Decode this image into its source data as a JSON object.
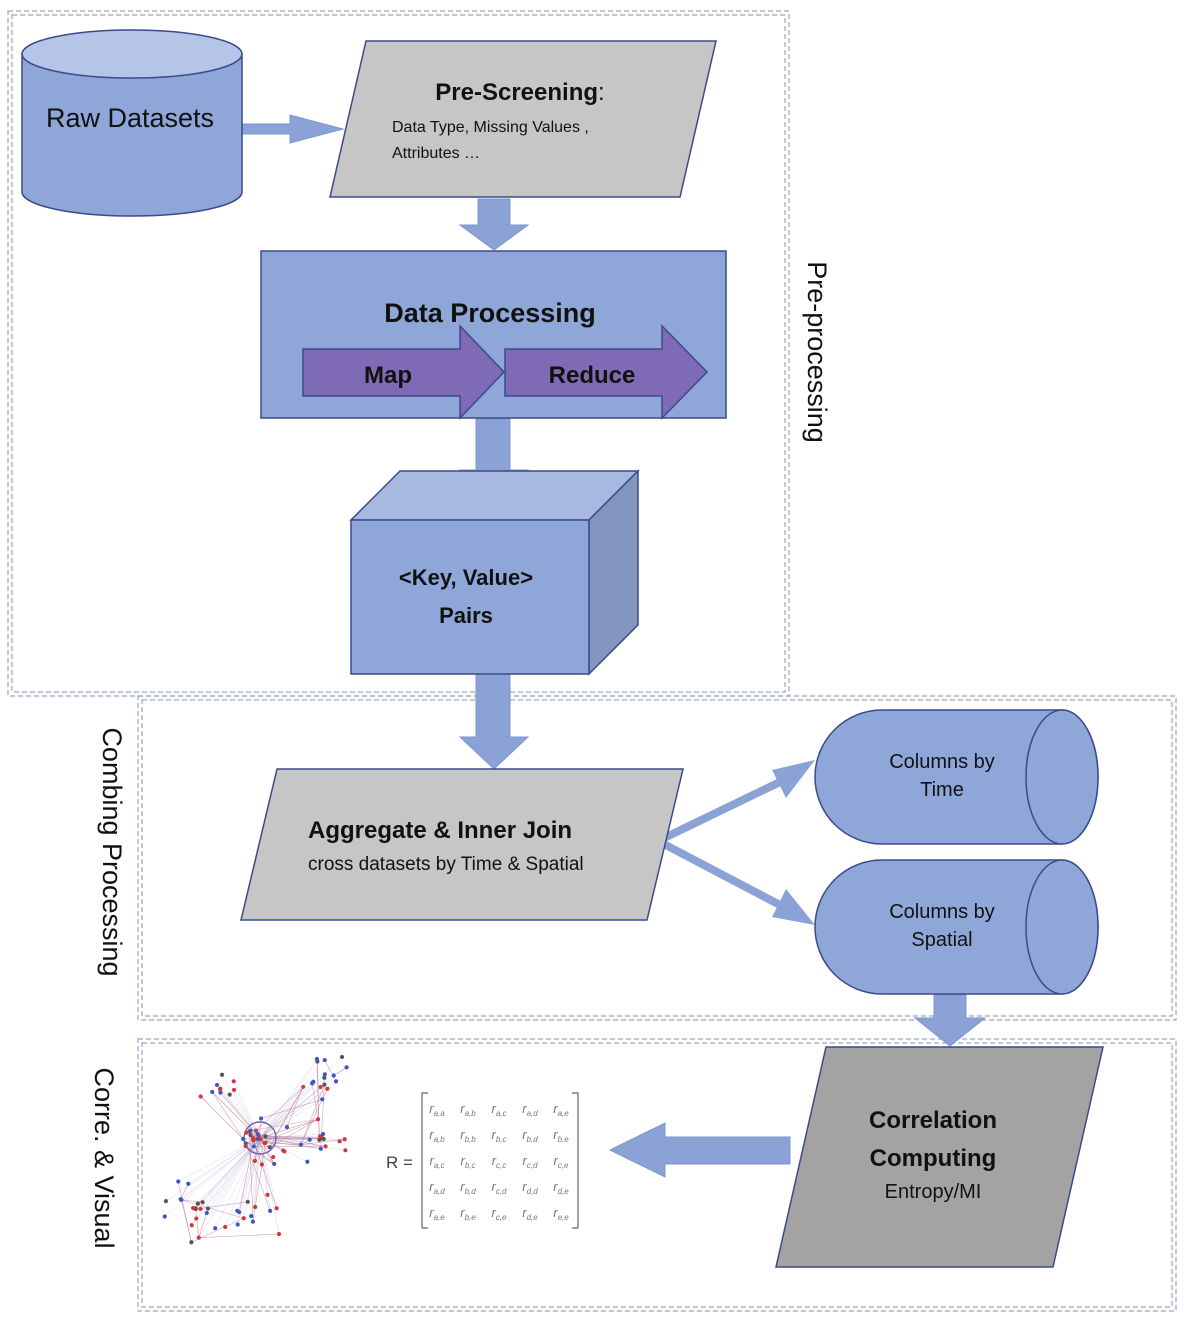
{
  "sections": {
    "preprocessing": "Pre-processing",
    "combining": "Combing Processing",
    "corr_visual": "Corre. & Visual"
  },
  "raw_datasets": "Raw Datasets",
  "prescreening": {
    "title": "Pre-Screening",
    "colon": ":",
    "line1": "Data Type, Missing Values ,",
    "line2": "Attributes …"
  },
  "data_processing": {
    "title": "Data Processing",
    "map": "Map",
    "reduce": "Reduce"
  },
  "kv_pairs": {
    "line1": "<Key, Value>",
    "line2": "Pairs"
  },
  "aggregate": {
    "title": "Aggregate & Inner Join",
    "subtitle": "cross datasets by Time & Spatial"
  },
  "columns_time": {
    "line1": "Columns by",
    "line2": "Time"
  },
  "columns_spatial": {
    "line1": "Columns by",
    "line2": "Spatial"
  },
  "correlation": {
    "line1": "Correlation",
    "line2": "Computing",
    "line3": "Entropy/MI"
  },
  "matrix": {
    "label": "R =",
    "rows": [
      [
        "r_a,a",
        "r_a,b",
        "r_a,c",
        "r_a,d",
        "r_a,e"
      ],
      [
        "r_a,b",
        "r_b,b",
        "r_b,c",
        "r_b,d",
        "r_b,e"
      ],
      [
        "r_a,c",
        "r_b,c",
        "r_c,c",
        "r_c,d",
        "r_c,e"
      ],
      [
        "r_a,d",
        "r_b,d",
        "r_c,d",
        "r_d,d",
        "r_d,e"
      ],
      [
        "r_a,e",
        "r_b,e",
        "r_c,e",
        "r_d,e",
        "r_e,e"
      ]
    ]
  },
  "colors": {
    "blue_fill": "#8ea6d8",
    "blue_stroke": "#3c4a8a",
    "gray_fill": "#c6c6c6",
    "dark_gray_fill": "#a3a3a3",
    "purple_fill": "#7f6bb5",
    "arrow_fill": "#8aa2d6"
  }
}
